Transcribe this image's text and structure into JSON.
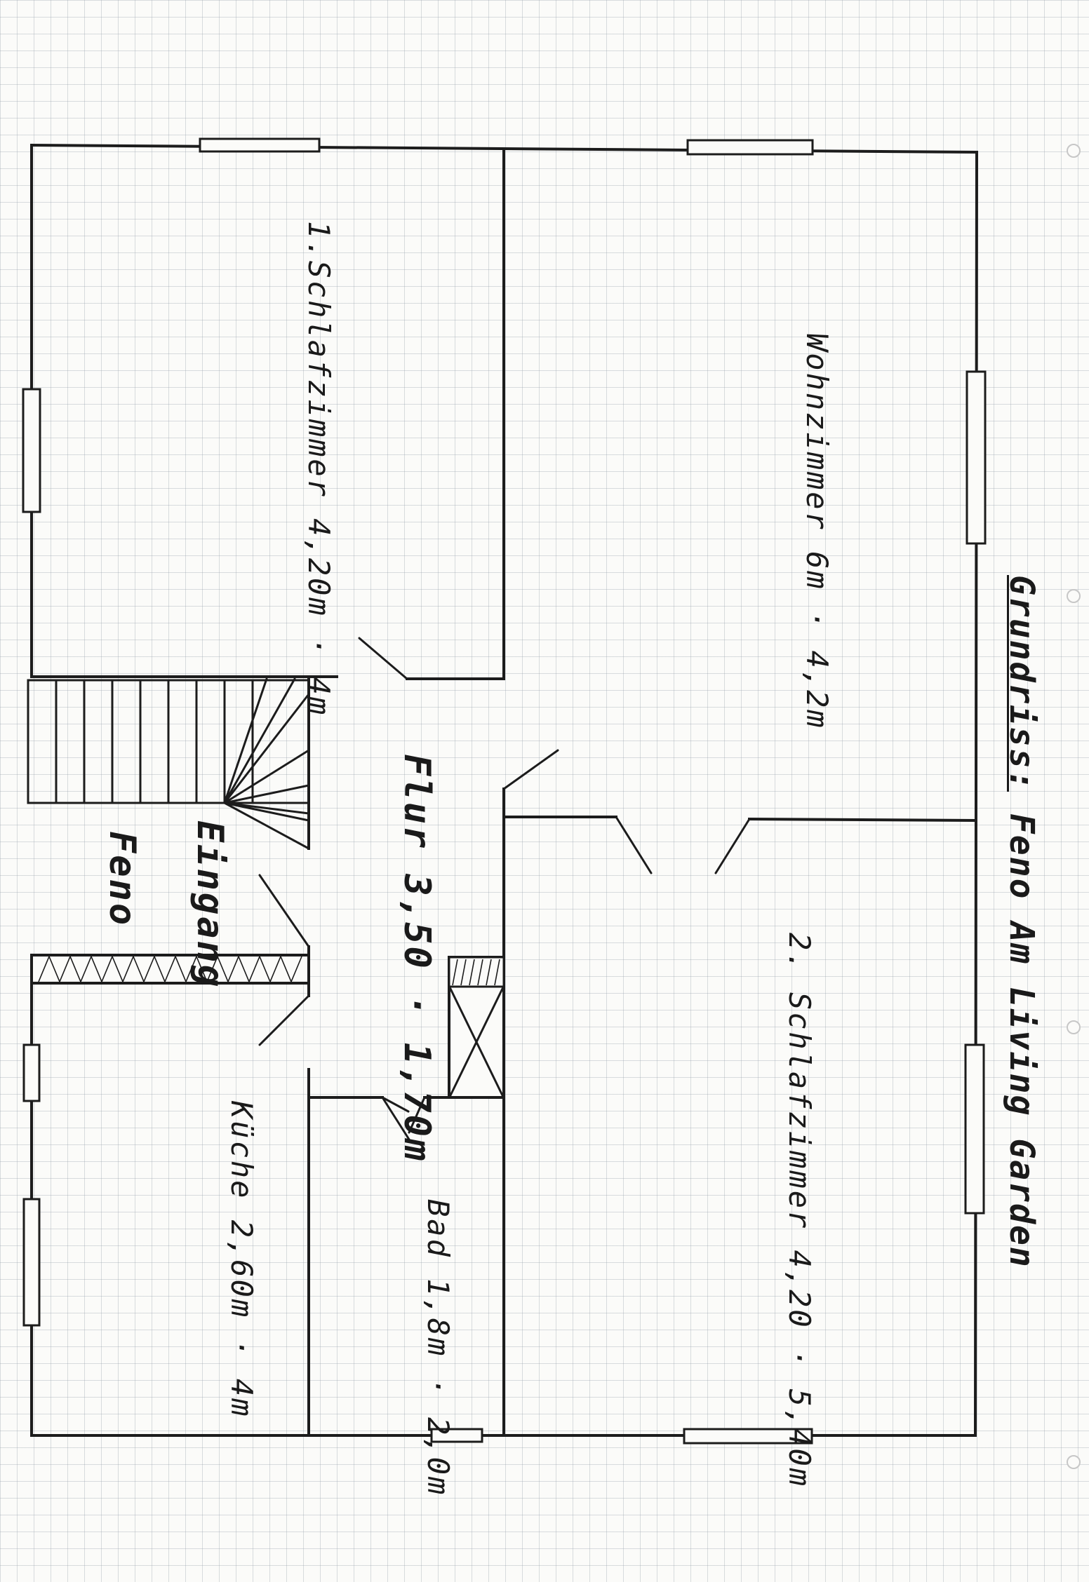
{
  "title": {
    "underlined": "Grundriss:",
    "rest": "Feno Am Living Garden"
  },
  "rooms": {
    "wohnzimmer": "Wohnzimmer 6m · 4,2m",
    "schlafzimmer1": "1.Schlafzimmer 4,20m · 4m",
    "schlafzimmer2": "2. Schlafzimmer 4,20 · 5,40m",
    "flur": "Flur 3,50 · 1,70m",
    "bad": "Bad 1,8m · 2,0m",
    "kueche": "Küche 2,60m · 4m",
    "eingang": "Eingang",
    "feno": "Feno"
  }
}
